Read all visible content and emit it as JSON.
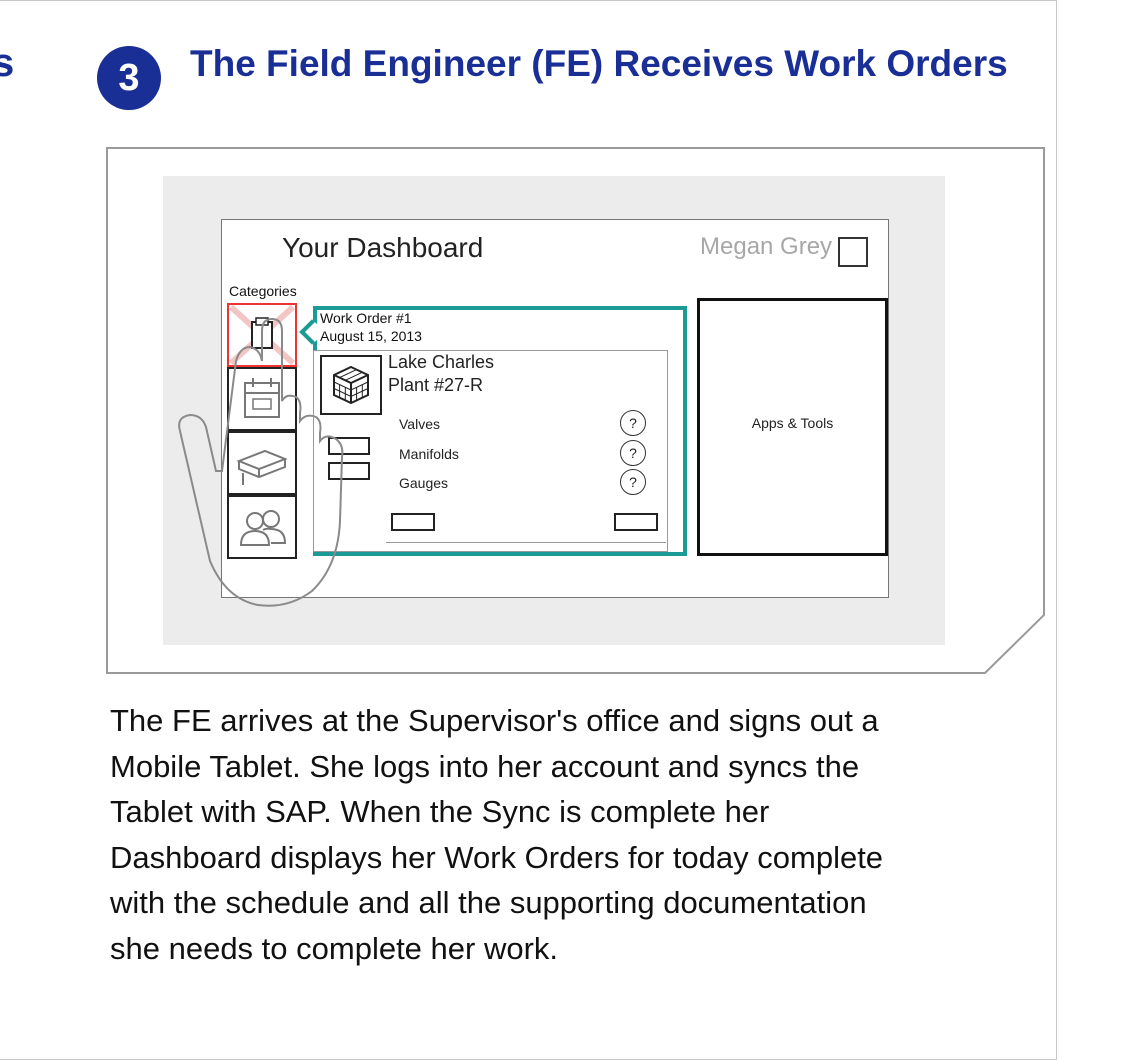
{
  "header": {
    "edge_fragment": "s",
    "step_number": "3",
    "title": "The Field Engineer (FE) Receives Work Orders"
  },
  "dashboard": {
    "title": "Your Dashboard",
    "user_name": "Megan Grey",
    "categories_label": "Categories",
    "work_order": {
      "number": "Work Order #1",
      "date": "August 15, 2013",
      "location_line1": "Lake Charles",
      "location_line2": "Plant #27-R",
      "items": [
        "Valves",
        "Manifolds",
        "Gauges"
      ]
    },
    "apps_label": "Apps & Tools"
  },
  "caption_lines": [
    "The FE arrives at the Supervisor's office and signs out a",
    "Mobile Tablet. She logs into her account and syncs the",
    "Tablet with SAP. When the Sync is complete her",
    "Dashboard displays her Work Orders for today complete",
    "with the schedule and all the supporting documentation",
    "she needs to complete her work."
  ],
  "colors": {
    "title_blue": "#1a2f96",
    "work_order_teal": "#1b9a96",
    "selected_red": "#e33333"
  },
  "icons": {
    "category_1": "document-icon",
    "category_2": "calendar-icon",
    "category_3": "book-icon",
    "category_4": "users-icon",
    "work_order": "cube-icon",
    "help": "question-icon",
    "gesture": "hand-gesture-icon",
    "user": "checkbox-icon"
  }
}
